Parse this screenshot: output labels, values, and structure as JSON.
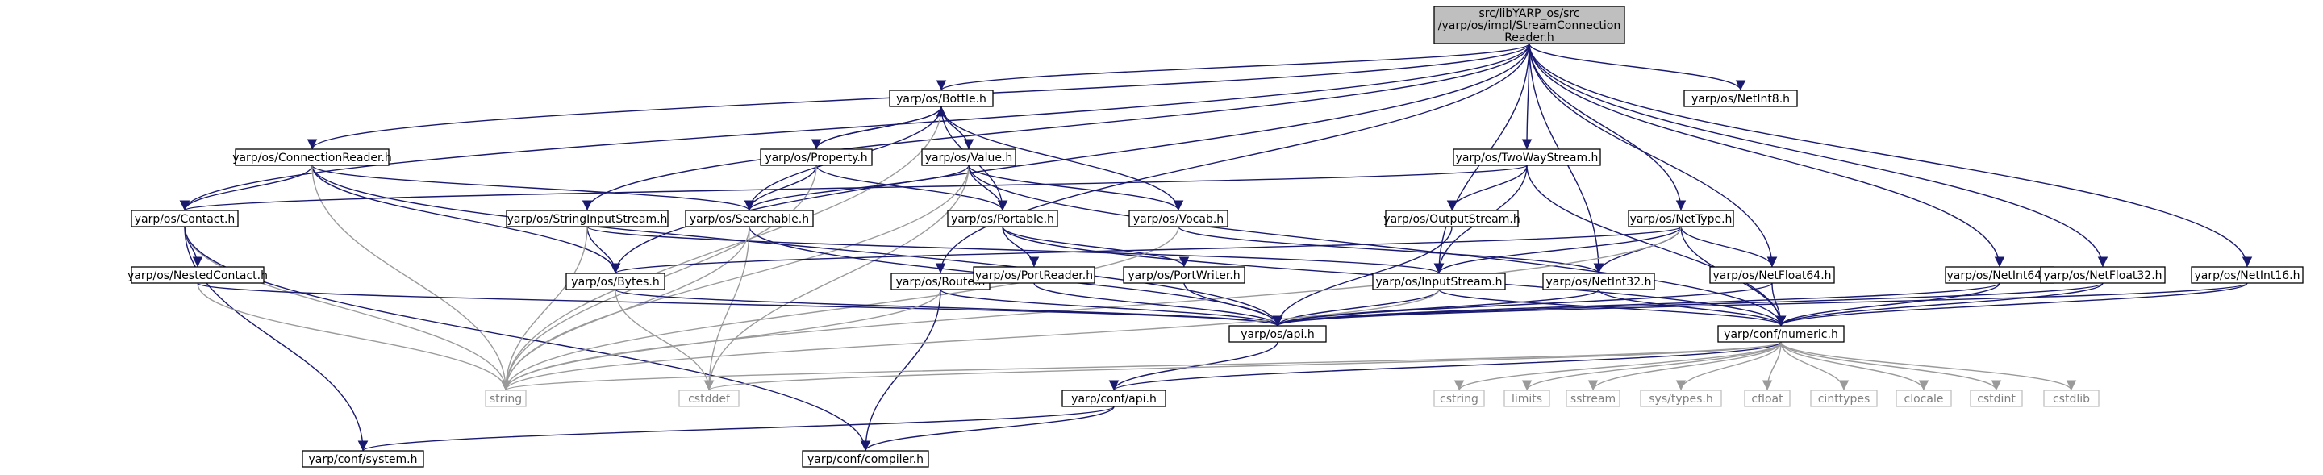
{
  "diagram": {
    "type": "include-dependency-graph",
    "colors": {
      "edge": "#191970",
      "edge_std": "#9a9a9a",
      "root_fill": "#bfbfbf",
      "node_border": "#000000",
      "std_border": "#bfbfbf",
      "std_text": "#808080"
    },
    "nodes": [
      {
        "id": "root",
        "label": [
          "src/libYARP_os/src",
          "/yarp/os/impl/StreamConnection",
          "Reader.h"
        ],
        "kind": "root"
      },
      {
        "id": "bottle",
        "label": [
          "yarp/os/Bottle.h"
        ]
      },
      {
        "id": "netint8",
        "label": [
          "yarp/os/NetInt8.h"
        ]
      },
      {
        "id": "connreader",
        "label": [
          "yarp/os/ConnectionReader.h"
        ]
      },
      {
        "id": "property",
        "label": [
          "yarp/os/Property.h"
        ]
      },
      {
        "id": "value",
        "label": [
          "yarp/os/Value.h"
        ]
      },
      {
        "id": "twoway",
        "label": [
          "yarp/os/TwoWayStream.h"
        ]
      },
      {
        "id": "contact",
        "label": [
          "yarp/os/Contact.h"
        ]
      },
      {
        "id": "strinput",
        "label": [
          "yarp/os/StringInputStream.h"
        ]
      },
      {
        "id": "searchable",
        "label": [
          "yarp/os/Searchable.h"
        ]
      },
      {
        "id": "portable",
        "label": [
          "yarp/os/Portable.h"
        ]
      },
      {
        "id": "vocab",
        "label": [
          "yarp/os/Vocab.h"
        ]
      },
      {
        "id": "outstream",
        "label": [
          "yarp/os/OutputStream.h"
        ]
      },
      {
        "id": "nettype",
        "label": [
          "yarp/os/NetType.h"
        ]
      },
      {
        "id": "netint64",
        "label": [
          "yarp/os/NetInt64.h"
        ]
      },
      {
        "id": "netfloat32",
        "label": [
          "yarp/os/NetFloat32.h"
        ]
      },
      {
        "id": "netint16",
        "label": [
          "yarp/os/NetInt16.h"
        ]
      },
      {
        "id": "nested",
        "label": [
          "yarp/os/NestedContact.h"
        ]
      },
      {
        "id": "bytes",
        "label": [
          "yarp/os/Bytes.h"
        ]
      },
      {
        "id": "route",
        "label": [
          "yarp/os/Route.h"
        ]
      },
      {
        "id": "portreader",
        "label": [
          "yarp/os/PortReader.h"
        ]
      },
      {
        "id": "portwriter",
        "label": [
          "yarp/os/PortWriter.h"
        ]
      },
      {
        "id": "inputstream",
        "label": [
          "yarp/os/InputStream.h"
        ]
      },
      {
        "id": "netint32",
        "label": [
          "yarp/os/NetInt32.h"
        ]
      },
      {
        "id": "netfloat64",
        "label": [
          "yarp/os/NetFloat64.h"
        ]
      },
      {
        "id": "osapi",
        "label": [
          "yarp/os/api.h"
        ]
      },
      {
        "id": "numeric",
        "label": [
          "yarp/conf/numeric.h"
        ]
      },
      {
        "id": "string",
        "label": [
          "string"
        ],
        "kind": "std"
      },
      {
        "id": "cstddef",
        "label": [
          "cstddef"
        ],
        "kind": "std"
      },
      {
        "id": "confapi",
        "label": [
          "yarp/conf/api.h"
        ]
      },
      {
        "id": "cstring",
        "label": [
          "cstring"
        ],
        "kind": "std"
      },
      {
        "id": "limits",
        "label": [
          "limits"
        ],
        "kind": "std"
      },
      {
        "id": "sstream",
        "label": [
          "sstream"
        ],
        "kind": "std"
      },
      {
        "id": "systypes",
        "label": [
          "sys/types.h"
        ],
        "kind": "std"
      },
      {
        "id": "cfloat",
        "label": [
          "cfloat"
        ],
        "kind": "std"
      },
      {
        "id": "cinttypes",
        "label": [
          "cinttypes"
        ],
        "kind": "std"
      },
      {
        "id": "clocale",
        "label": [
          "clocale"
        ],
        "kind": "std"
      },
      {
        "id": "cstdint",
        "label": [
          "cstdint"
        ],
        "kind": "std"
      },
      {
        "id": "cstdlib",
        "label": [
          "cstdlib"
        ],
        "kind": "std"
      },
      {
        "id": "system",
        "label": [
          "yarp/conf/system.h"
        ]
      },
      {
        "id": "compiler",
        "label": [
          "yarp/conf/compiler.h"
        ]
      }
    ],
    "edges": [
      [
        "root",
        "bottle"
      ],
      [
        "root",
        "netint8"
      ],
      [
        "root",
        "connreader"
      ],
      [
        "root",
        "twoway"
      ],
      [
        "root",
        "contact"
      ],
      [
        "root",
        "strinput"
      ],
      [
        "root",
        "bytes"
      ],
      [
        "root",
        "route"
      ],
      [
        "root",
        "inputstream"
      ],
      [
        "root",
        "nettype"
      ],
      [
        "root",
        "netint32"
      ],
      [
        "root",
        "netfloat64"
      ],
      [
        "root",
        "netint64"
      ],
      [
        "root",
        "netfloat32"
      ],
      [
        "root",
        "netint16"
      ],
      [
        "bottle",
        "property"
      ],
      [
        "bottle",
        "value"
      ],
      [
        "bottle",
        "searchable"
      ],
      [
        "bottle",
        "portable"
      ],
      [
        "bottle",
        "vocab"
      ],
      [
        "bottle",
        "string"
      ],
      [
        "property",
        "bottle"
      ],
      [
        "property",
        "searchable"
      ],
      [
        "property",
        "portable"
      ],
      [
        "property",
        "string"
      ],
      [
        "value",
        "bottle"
      ],
      [
        "value",
        "searchable"
      ],
      [
        "value",
        "portable"
      ],
      [
        "value",
        "vocab"
      ],
      [
        "value",
        "string"
      ],
      [
        "value",
        "cstddef"
      ],
      [
        "value",
        "numeric"
      ],
      [
        "connreader",
        "contact"
      ],
      [
        "connreader",
        "bytes"
      ],
      [
        "connreader",
        "searchable"
      ],
      [
        "connreader",
        "osapi"
      ],
      [
        "connreader",
        "string"
      ],
      [
        "twoway",
        "contact"
      ],
      [
        "twoway",
        "outstream"
      ],
      [
        "twoway",
        "inputstream"
      ],
      [
        "twoway",
        "numeric"
      ],
      [
        "contact",
        "nested"
      ],
      [
        "contact",
        "string"
      ],
      [
        "contact",
        "system"
      ],
      [
        "contact",
        "compiler"
      ],
      [
        "strinput",
        "inputstream"
      ],
      [
        "strinput",
        "bytes"
      ],
      [
        "strinput",
        "string"
      ],
      [
        "searchable",
        "osapi"
      ],
      [
        "searchable",
        "string"
      ],
      [
        "searchable",
        "cstddef"
      ],
      [
        "portable",
        "portreader"
      ],
      [
        "portable",
        "portwriter"
      ],
      [
        "portable",
        "numeric"
      ],
      [
        "vocab",
        "netint32"
      ],
      [
        "vocab",
        "string"
      ],
      [
        "outstream",
        "osapi"
      ],
      [
        "nettype",
        "bytes"
      ],
      [
        "nettype",
        "inputstream"
      ],
      [
        "nettype",
        "netint32"
      ],
      [
        "nettype",
        "netfloat64"
      ],
      [
        "nettype",
        "numeric"
      ],
      [
        "nettype",
        "string"
      ],
      [
        "netint64",
        "osapi"
      ],
      [
        "netint64",
        "numeric"
      ],
      [
        "netfloat32",
        "osapi"
      ],
      [
        "netfloat32",
        "numeric"
      ],
      [
        "netint16",
        "osapi"
      ],
      [
        "netint16",
        "numeric"
      ],
      [
        "nested",
        "osapi"
      ],
      [
        "nested",
        "string"
      ],
      [
        "bytes",
        "osapi"
      ],
      [
        "bytes",
        "cstddef"
      ],
      [
        "route",
        "osapi"
      ],
      [
        "route",
        "string"
      ],
      [
        "route",
        "compiler"
      ],
      [
        "portreader",
        "osapi"
      ],
      [
        "portwriter",
        "osapi"
      ],
      [
        "inputstream",
        "osapi"
      ],
      [
        "inputstream",
        "numeric"
      ],
      [
        "inputstream",
        "string"
      ],
      [
        "netint32",
        "osapi"
      ],
      [
        "netint32",
        "numeric"
      ],
      [
        "netfloat64",
        "osapi"
      ],
      [
        "netfloat64",
        "numeric"
      ],
      [
        "osapi",
        "confapi"
      ],
      [
        "numeric",
        "string"
      ],
      [
        "numeric",
        "cstddef"
      ],
      [
        "numeric",
        "confapi"
      ],
      [
        "numeric",
        "cstring"
      ],
      [
        "numeric",
        "limits"
      ],
      [
        "numeric",
        "sstream"
      ],
      [
        "numeric",
        "systypes"
      ],
      [
        "numeric",
        "cfloat"
      ],
      [
        "numeric",
        "cinttypes"
      ],
      [
        "numeric",
        "clocale"
      ],
      [
        "numeric",
        "cstdint"
      ],
      [
        "numeric",
        "cstdlib"
      ],
      [
        "confapi",
        "system"
      ],
      [
        "confapi",
        "compiler"
      ]
    ]
  }
}
